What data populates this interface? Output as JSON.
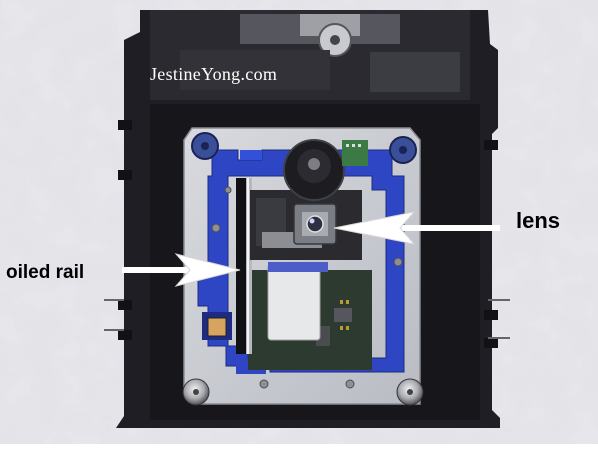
{
  "watermark": {
    "text": "JestineYong.com",
    "color": "#ffffff"
  },
  "labels": {
    "lens": "lens",
    "oiled_rail": "oiled rail"
  },
  "colors": {
    "tray": "#1e1d22",
    "chassis": "#cfd1d6",
    "blue_frame": "#2e46c4",
    "pcb": "#2c3a2f",
    "arrow": "#ffffff",
    "background_cloth": "#e4e4e9"
  }
}
